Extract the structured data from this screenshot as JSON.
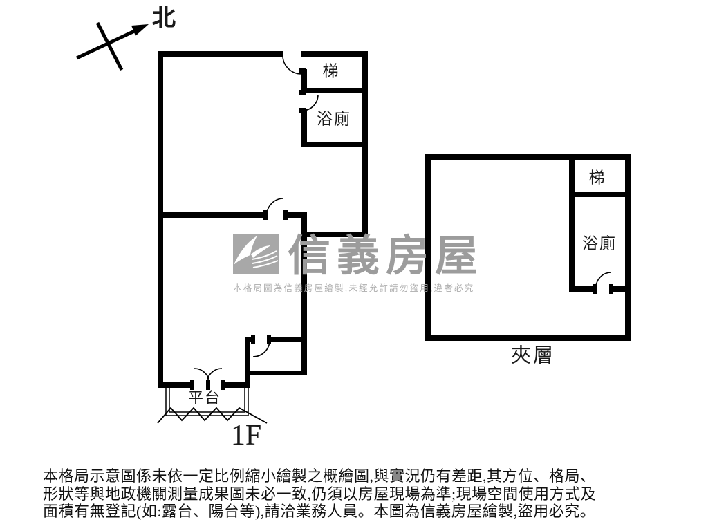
{
  "north_label": "北",
  "floor1": {
    "label": "1F",
    "rooms": {
      "stairs": "梯",
      "bathroom": "浴廁",
      "platform": "平台"
    }
  },
  "mezzanine": {
    "label": "夾層",
    "rooms": {
      "stairs": "梯",
      "bathroom": "浴廁"
    }
  },
  "watermark": {
    "brand": "信義房屋",
    "notice": "本格局圖為信義房屋繪製,未經允許請勿盜用,違者必究"
  },
  "disclaimer": {
    "line1": "本格局示意圖係未依一定比例縮小繪製之概繪圖,與實況仍有差距,其方位、格局、",
    "line2": "形狀等與地政機關測量成果圖未必一致,仍須以房屋現場為準;現場空間使用方式及",
    "line3": "面積有無登記(如:露台、陽台等),請洽業務人員。本圖為信義房屋繪製,盜用必究。"
  },
  "colors": {
    "wall": "#000000",
    "watermark_gray": "#9c9c9c",
    "logo_gray": "#a8a8a8"
  }
}
